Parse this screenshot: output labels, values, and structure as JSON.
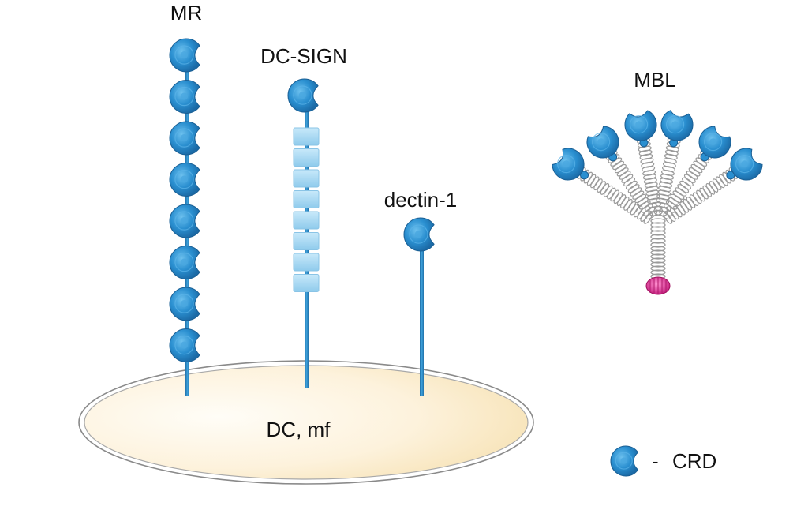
{
  "labels": {
    "mr": "MR",
    "dc_sign": "DC-SIGN",
    "dectin": "dectin-1",
    "mbl": "MBL",
    "cell": "DC, mf",
    "legend_dash": "-",
    "legend_crd": "CRD"
  },
  "legend": {
    "icon": "crd-icon"
  },
  "colors": {
    "crd": "#2a8fd0",
    "crd_dark": "#1f6fa8",
    "stalk": "#2a86c4",
    "dc_sign_block": "#a9d8f2",
    "cell_fill": "#fbeccd",
    "cell_stroke": "#8a8a8a",
    "collagen": "#9a9a9a",
    "mbl_base": "#e0349a"
  },
  "structures": {
    "mr_crd_count": 8,
    "dc_sign_neck_repeats": 8,
    "dectin_crd_count": 1,
    "mbl_arm_count": 6
  }
}
